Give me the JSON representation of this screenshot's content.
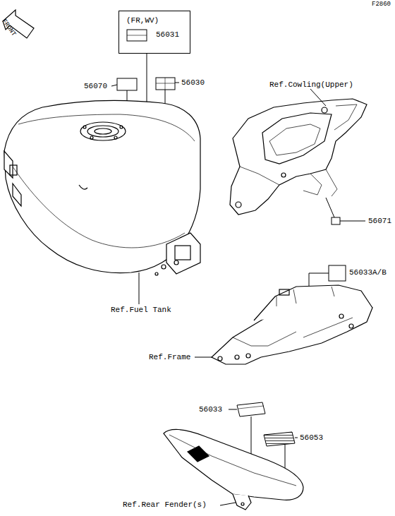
{
  "diagram": {
    "nodes": [
      {
        "text": [
          "(FR,WV)",
          "56031"
        ]
      }
    ],
    "labels": [
      "F2860",
      "FRONT",
      "56070",
      "56030",
      "Ref.Cowling(Upper)",
      "56071",
      "Ref.Fuel Tank",
      "56033A/B",
      "Ref.Frame",
      "56033",
      "56053",
      "Ref.Rear Fender(s)"
    ]
  }
}
